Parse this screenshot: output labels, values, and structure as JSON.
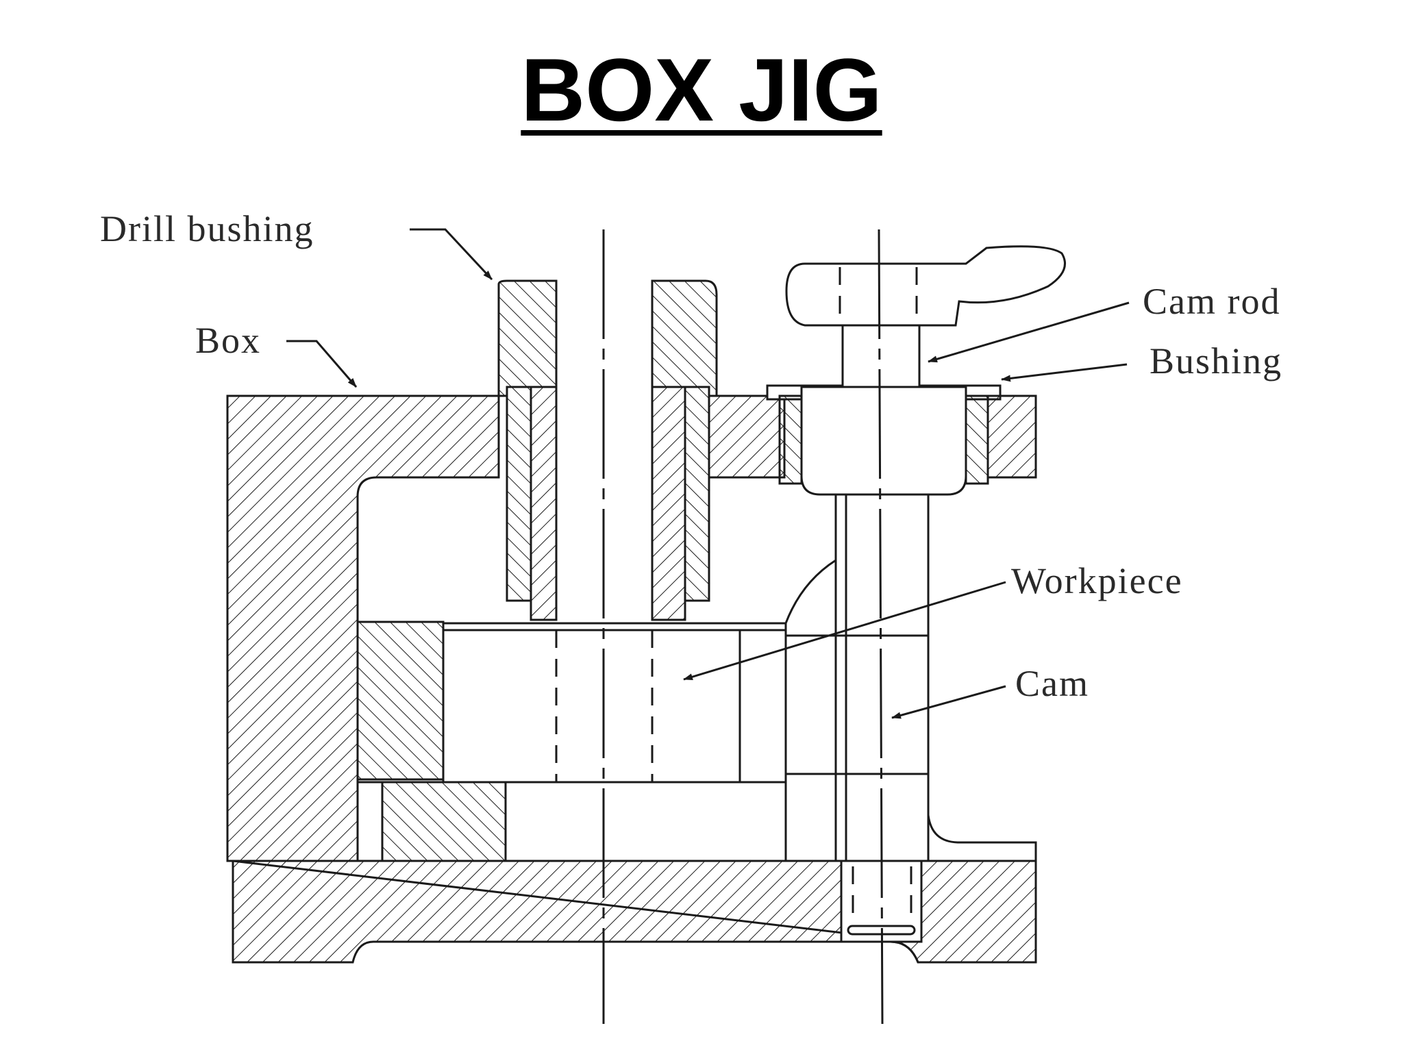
{
  "title": "BOX JIG",
  "labels": {
    "drill_bushing": "Drill bushing",
    "box": "Box",
    "cam_rod": "Cam rod",
    "bushing": "Bushing",
    "workpiece": "Workpiece",
    "cam": "Cam"
  },
  "colors": {
    "line": "#1a1a1a",
    "text": "#2a2a2a",
    "background": "#ffffff"
  }
}
